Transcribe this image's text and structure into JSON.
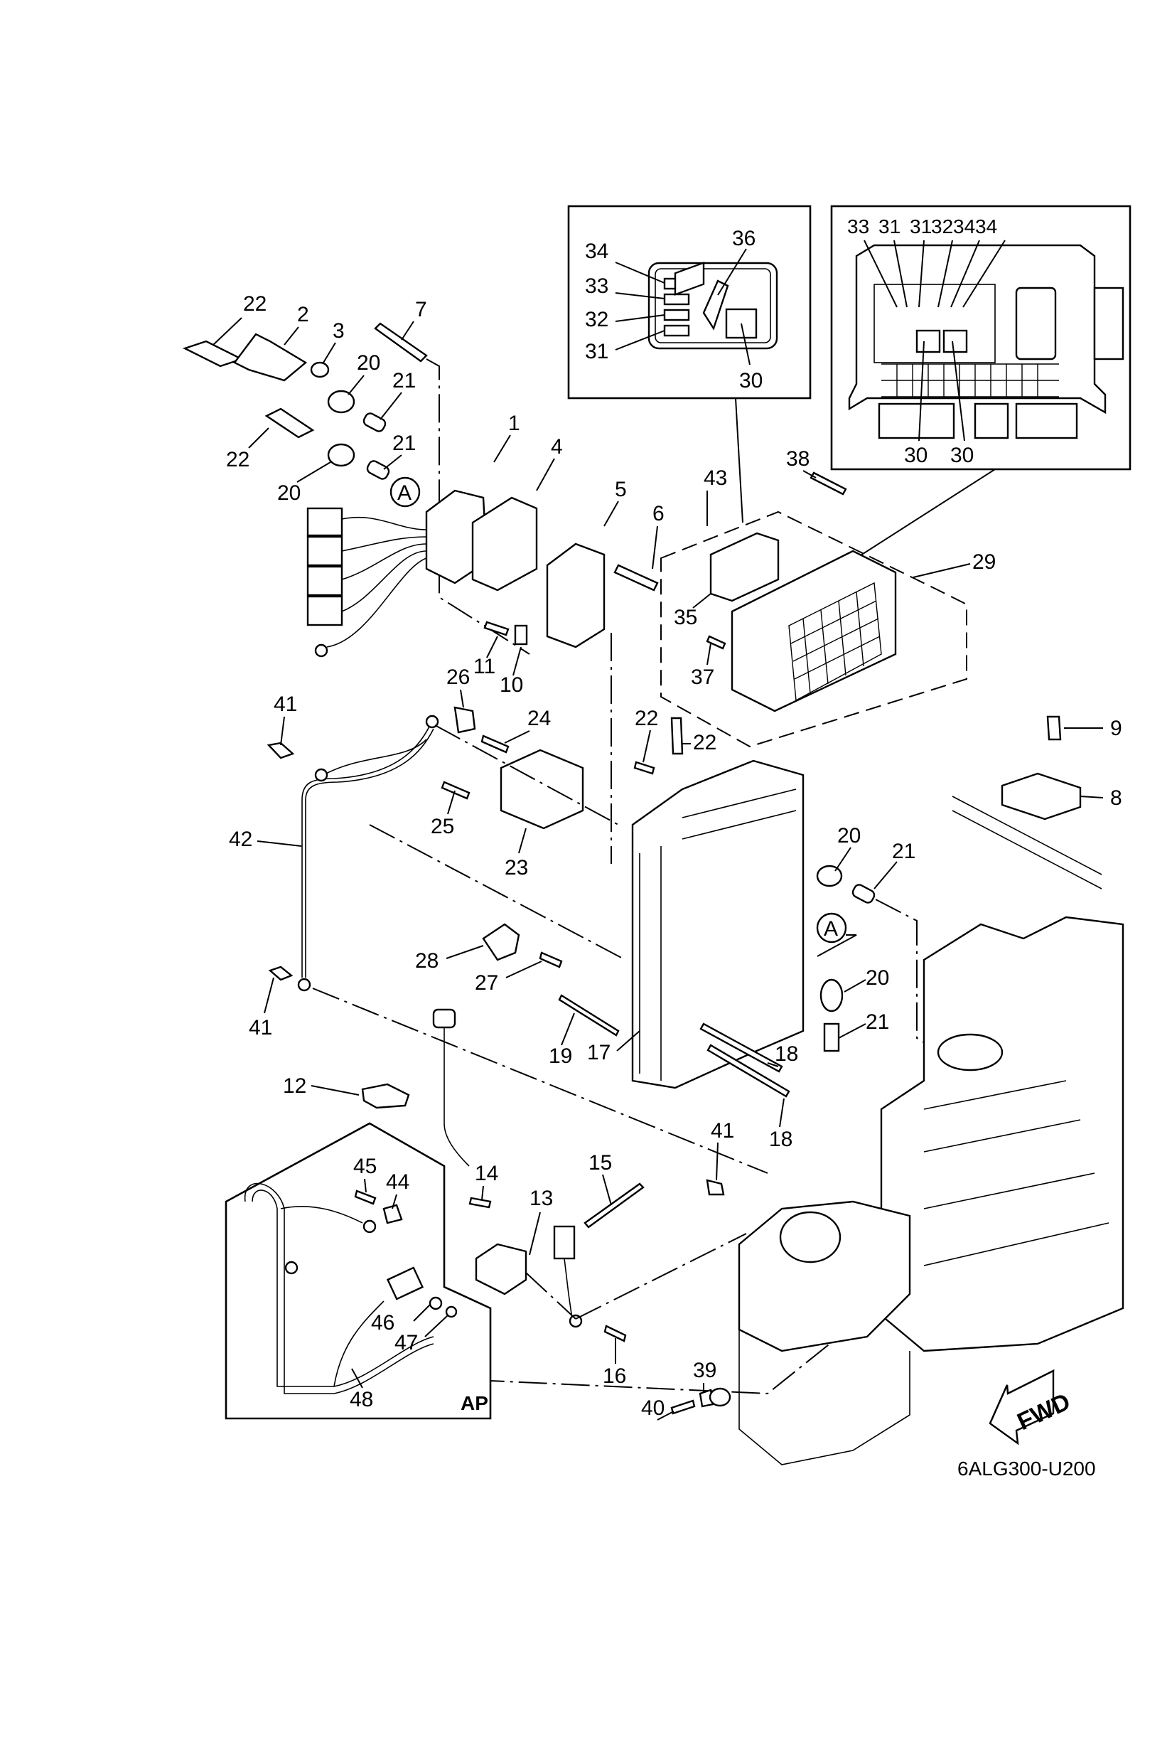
{
  "diagram": {
    "title": "Electrical parts exploded view",
    "drawing_code": "6ALG300-U200",
    "forward_indicator": "FWD",
    "ap_box_label": "AP",
    "reference_marks": [
      "A",
      "A"
    ],
    "inset_left": {
      "callouts": [
        "34",
        "33",
        "32",
        "31",
        "36",
        "30"
      ]
    },
    "inset_right": {
      "callouts": [
        "33",
        "31",
        "31",
        "32",
        "34",
        "34",
        "30",
        "30"
      ]
    },
    "callouts": [
      {
        "id": "c22a",
        "label": "22"
      },
      {
        "id": "c2",
        "label": "2"
      },
      {
        "id": "c3",
        "label": "3"
      },
      {
        "id": "c7",
        "label": "7"
      },
      {
        "id": "c20a",
        "label": "20"
      },
      {
        "id": "c21a",
        "label": "21"
      },
      {
        "id": "c21b",
        "label": "21"
      },
      {
        "id": "c22b",
        "label": "22"
      },
      {
        "id": "c20b",
        "label": "20"
      },
      {
        "id": "c1",
        "label": "1"
      },
      {
        "id": "c4",
        "label": "4"
      },
      {
        "id": "c5",
        "label": "5"
      },
      {
        "id": "c6",
        "label": "6"
      },
      {
        "id": "c43",
        "label": "43"
      },
      {
        "id": "c38",
        "label": "38"
      },
      {
        "id": "c29",
        "label": "29"
      },
      {
        "id": "c35",
        "label": "35"
      },
      {
        "id": "c37",
        "label": "37"
      },
      {
        "id": "c11",
        "label": "11"
      },
      {
        "id": "c10",
        "label": "10"
      },
      {
        "id": "c41a",
        "label": "41"
      },
      {
        "id": "c26",
        "label": "26"
      },
      {
        "id": "c24",
        "label": "24"
      },
      {
        "id": "c22c",
        "label": "22"
      },
      {
        "id": "c22d",
        "label": "22"
      },
      {
        "id": "c9",
        "label": "9"
      },
      {
        "id": "c8",
        "label": "8"
      },
      {
        "id": "c42",
        "label": "42"
      },
      {
        "id": "c25",
        "label": "25"
      },
      {
        "id": "c23",
        "label": "23"
      },
      {
        "id": "c20c",
        "label": "20"
      },
      {
        "id": "c21c",
        "label": "21"
      },
      {
        "id": "c28",
        "label": "28"
      },
      {
        "id": "c27",
        "label": "27"
      },
      {
        "id": "c20d",
        "label": "20"
      },
      {
        "id": "c41b",
        "label": "41"
      },
      {
        "id": "c21d",
        "label": "21"
      },
      {
        "id": "c19",
        "label": "19"
      },
      {
        "id": "c18a",
        "label": "18"
      },
      {
        "id": "c12",
        "label": "12"
      },
      {
        "id": "c17",
        "label": "17"
      },
      {
        "id": "c18b",
        "label": "18"
      },
      {
        "id": "c41c",
        "label": "41"
      },
      {
        "id": "c15",
        "label": "15"
      },
      {
        "id": "c45",
        "label": "45"
      },
      {
        "id": "c44",
        "label": "44"
      },
      {
        "id": "c14",
        "label": "14"
      },
      {
        "id": "c13",
        "label": "13"
      },
      {
        "id": "c46",
        "label": "46"
      },
      {
        "id": "c47",
        "label": "47"
      },
      {
        "id": "c16",
        "label": "16"
      },
      {
        "id": "c48",
        "label": "48"
      },
      {
        "id": "c39",
        "label": "39"
      },
      {
        "id": "c40",
        "label": "40"
      }
    ]
  }
}
